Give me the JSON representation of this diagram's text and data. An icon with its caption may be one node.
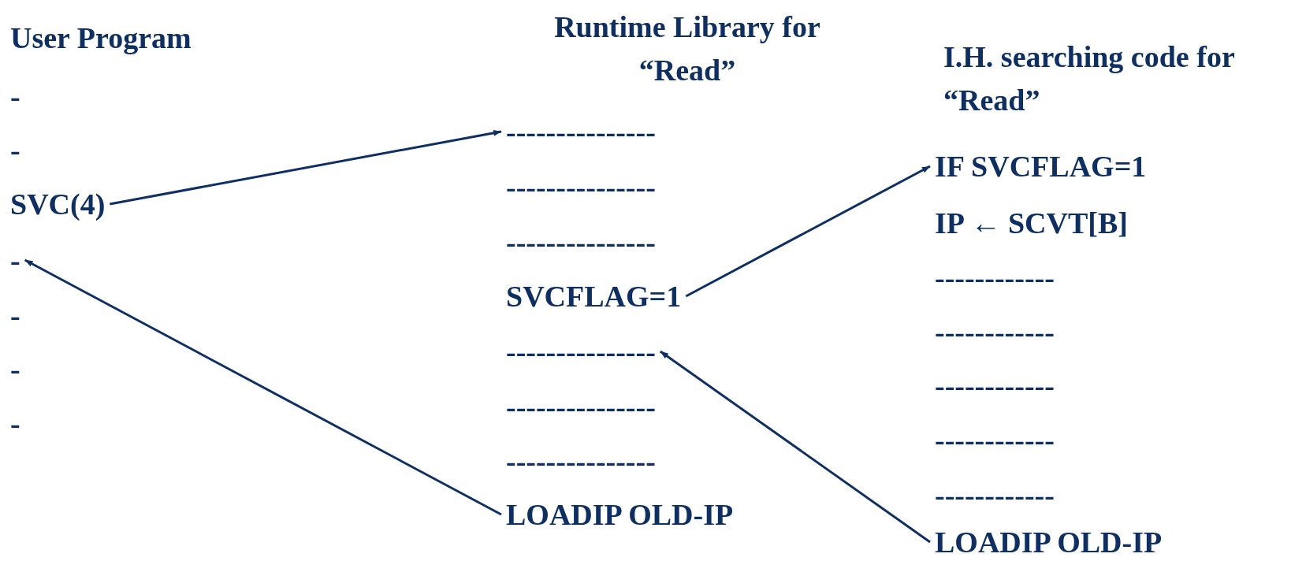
{
  "diagram": {
    "nodes": [
      {
        "text": [
          "SVC(4)"
        ]
      },
      {
        "text": [
          "-"
        ]
      },
      {
        "text": [
          "---------------"
        ]
      },
      {
        "text": [
          "SVCFLAG=1"
        ]
      },
      {
        "text": [
          "---------------"
        ]
      },
      {
        "text": [
          "LOADIP OLD-IP"
        ]
      },
      {
        "text": [
          "IF SVCFLAG=1"
        ]
      },
      {
        "text": [
          "LOADIP OLD-IP"
        ]
      }
    ],
    "edges": [
      {
        "from": 0,
        "to": 2,
        "arrow": "to"
      },
      {
        "from": 3,
        "to": 6,
        "arrow": "to"
      },
      {
        "from": 7,
        "to": 4,
        "arrow": "to"
      },
      {
        "from": 5,
        "to": 1,
        "arrow": "to"
      }
    ],
    "labels": [
      "User Program",
      "-",
      "-",
      "-",
      "-",
      "-",
      "Runtime Library for “Read”",
      "---------------",
      "---------------",
      "---------------",
      "---------------",
      "I.H. searching code for “Read”",
      "IP ← SCVT[B]",
      "------------",
      "------------",
      "------------",
      "------------",
      "------------"
    ]
  }
}
